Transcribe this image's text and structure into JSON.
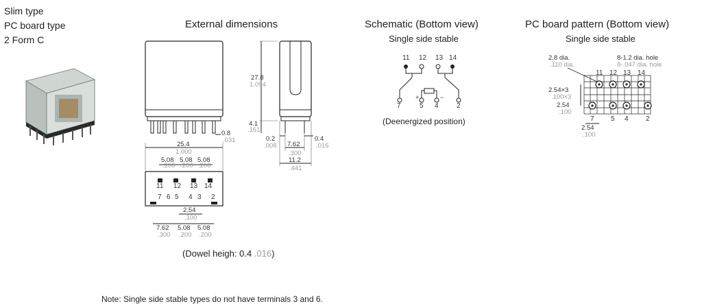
{
  "product": {
    "line1": "Slim type",
    "line2": "PC board type",
    "line3": "2 Form C"
  },
  "external": {
    "title": "External dimensions",
    "height_mm": "27.8",
    "height_in": "1.094",
    "pin_mm": "4.1",
    "pin_in": ".161",
    "pin_w_mm": "0.8",
    "pin_w_in": ".031",
    "gap_mm": "0.2",
    "gap_in": ".008",
    "pitch_side_mm": "7.62",
    "pitch_side_in": ".300",
    "pin_t_mm": "0.4",
    "pin_t_in": ".016",
    "depth_mm": "11.2",
    "depth_in": ".441",
    "width_mm": "25.4",
    "width_in": "1.000",
    "top_pitch_mm": "5.08",
    "top_pitch_in": ".200",
    "row_gap_mm": "2.54",
    "row_gap_in": ".100",
    "bottom_pitch1_mm": "7.62",
    "bottom_pitch1_in": ".300",
    "bottom_pitch_mm": "5.08",
    "bottom_pitch_in": ".200",
    "terminals_top": [
      "11",
      "12",
      "13",
      "14"
    ],
    "terminals_bottom": [
      "7",
      "6",
      "5",
      "4",
      "3",
      "2"
    ],
    "dowel_label": "(Dowel heigh: 0.4 ",
    "dowel_in": ".016",
    "dowel_close": ")"
  },
  "schematic": {
    "title": "Schematic (Bottom view)",
    "subtitle": "Single side stable",
    "top_labels": [
      "11",
      "12",
      "13",
      "14"
    ],
    "bottom_labels": [
      "7",
      "5",
      "4",
      "2"
    ],
    "plus": "+",
    "minus": "−",
    "caption": "(Deenergized position)"
  },
  "pcb": {
    "title": "PC board pattern (Bottom view)",
    "subtitle": "Single side stable",
    "dia_mm": "2.8 dia.",
    "dia_in": ".110 dia.",
    "hole_mm": "8-1.2 dia. hole",
    "hole_in": "8-.047 dia. hole",
    "top_labels": [
      "11",
      "12",
      "13",
      "14"
    ],
    "bottom_labels": [
      "7",
      "5",
      "4",
      "2"
    ],
    "pitch3_mm": "2.54×3",
    "pitch3_in": ".100×3",
    "pitch_mm": "2.54",
    "pitch_in": ".100",
    "pitch_b_mm": "2.54",
    "pitch_b_in": ".100"
  },
  "note": "Note: Single side stable types do not have terminals 3 and 6."
}
